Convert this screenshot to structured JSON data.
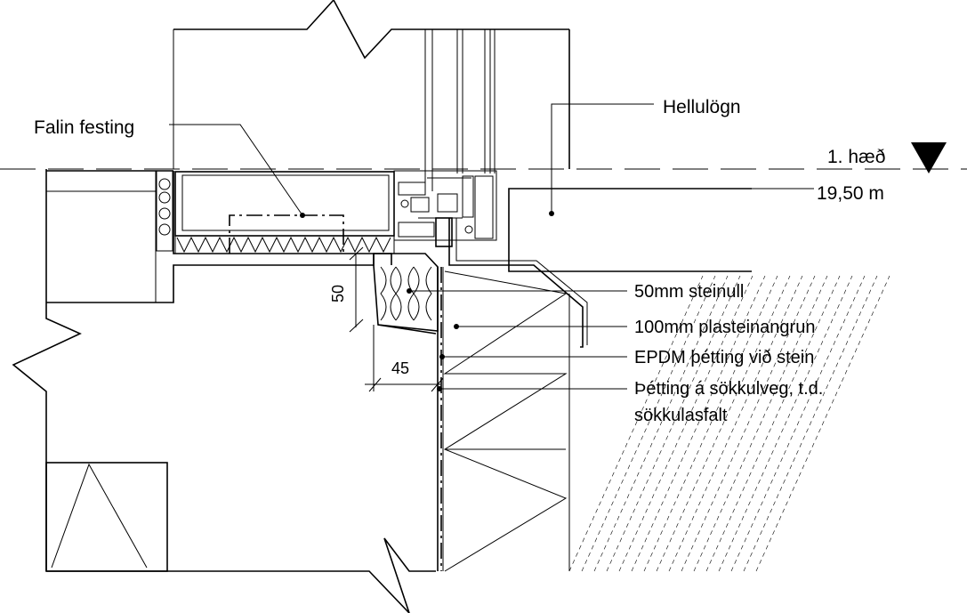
{
  "labels": {
    "falin_festing": "Falin festing",
    "hellulogn": "Hellulögn",
    "level_name": "1. hæð",
    "level_value": "19,50 m",
    "steinull": "50mm steinull",
    "plasteinangrun": "100mm plasteinangrun",
    "epdm": "EPDM þétting við stein",
    "thetting_line1": "Þétting á sökkulveg, t.d.",
    "thetting_line2": "sökkulasfalt"
  },
  "dimensions": {
    "dim_50": "50",
    "dim_45": "45"
  },
  "icons": {
    "level_marker": "down-triangle-icon"
  }
}
